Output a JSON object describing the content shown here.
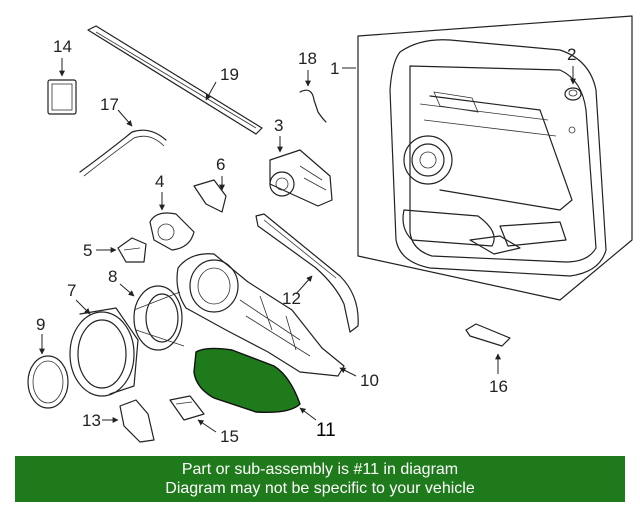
{
  "diagram": {
    "callouts": {
      "c1": "1",
      "c2": "2",
      "c3": "3",
      "c4": "4",
      "c5": "5",
      "c6": "6",
      "c7": "7",
      "c8": "8",
      "c9": "9",
      "c10": "10",
      "c11": "11",
      "c12": "12",
      "c13": "13",
      "c14": "14",
      "c15": "15",
      "c16": "16",
      "c17": "17",
      "c18": "18",
      "c19": "19"
    },
    "highlight_color": "#1f7a1c",
    "highlighted_part": "11"
  },
  "banner": {
    "line1": "Part or sub-assembly is #11 in diagram",
    "line2": "Diagram may not be specific to your vehicle",
    "bg_color": "#1f7a1c"
  }
}
